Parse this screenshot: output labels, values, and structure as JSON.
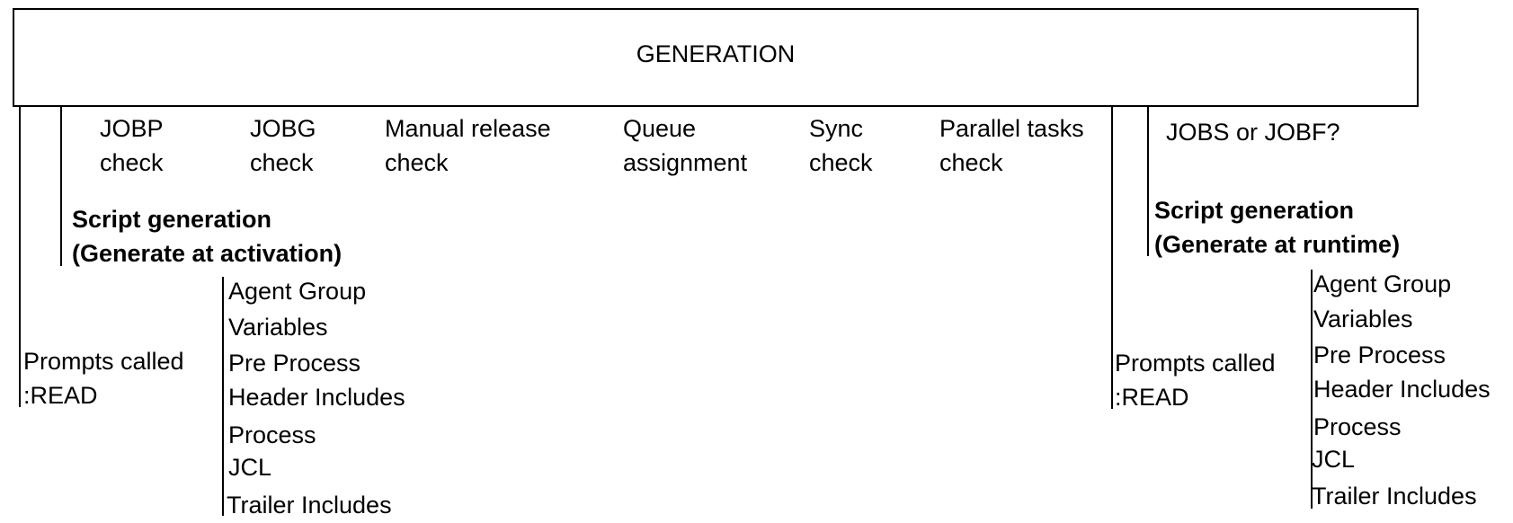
{
  "header": {
    "title": "GENERATION"
  },
  "checks": [
    {
      "line1": "JOBP",
      "line2": "check"
    },
    {
      "line1": "JOBG",
      "line2": "check"
    },
    {
      "line1": "Manual release",
      "line2": "check"
    },
    {
      "line1": "Queue",
      "line2": "assignment"
    },
    {
      "line1": "Sync",
      "line2": "check"
    },
    {
      "line1": "Parallel tasks",
      "line2": "check"
    }
  ],
  "left": {
    "script_line1": "Script generation",
    "script_line2": "(Generate at activation)",
    "prompts_line1": "Prompts called",
    "prompts_line2": ":READ",
    "items": [
      "Agent Group",
      "Variables",
      "Pre Process",
      "Header Includes",
      "Process",
      "JCL",
      "Trailer Includes"
    ]
  },
  "right": {
    "question": "JOBS or JOBF?",
    "script_line1": "Script generation",
    "script_line2": "(Generate at runtime)",
    "prompts_line1": "Prompts called",
    "prompts_line2": ":READ",
    "items": [
      "Agent Group",
      "Variables",
      "Pre Process",
      "Header Includes",
      "Process",
      "JCL",
      "Trailer Includes"
    ]
  }
}
